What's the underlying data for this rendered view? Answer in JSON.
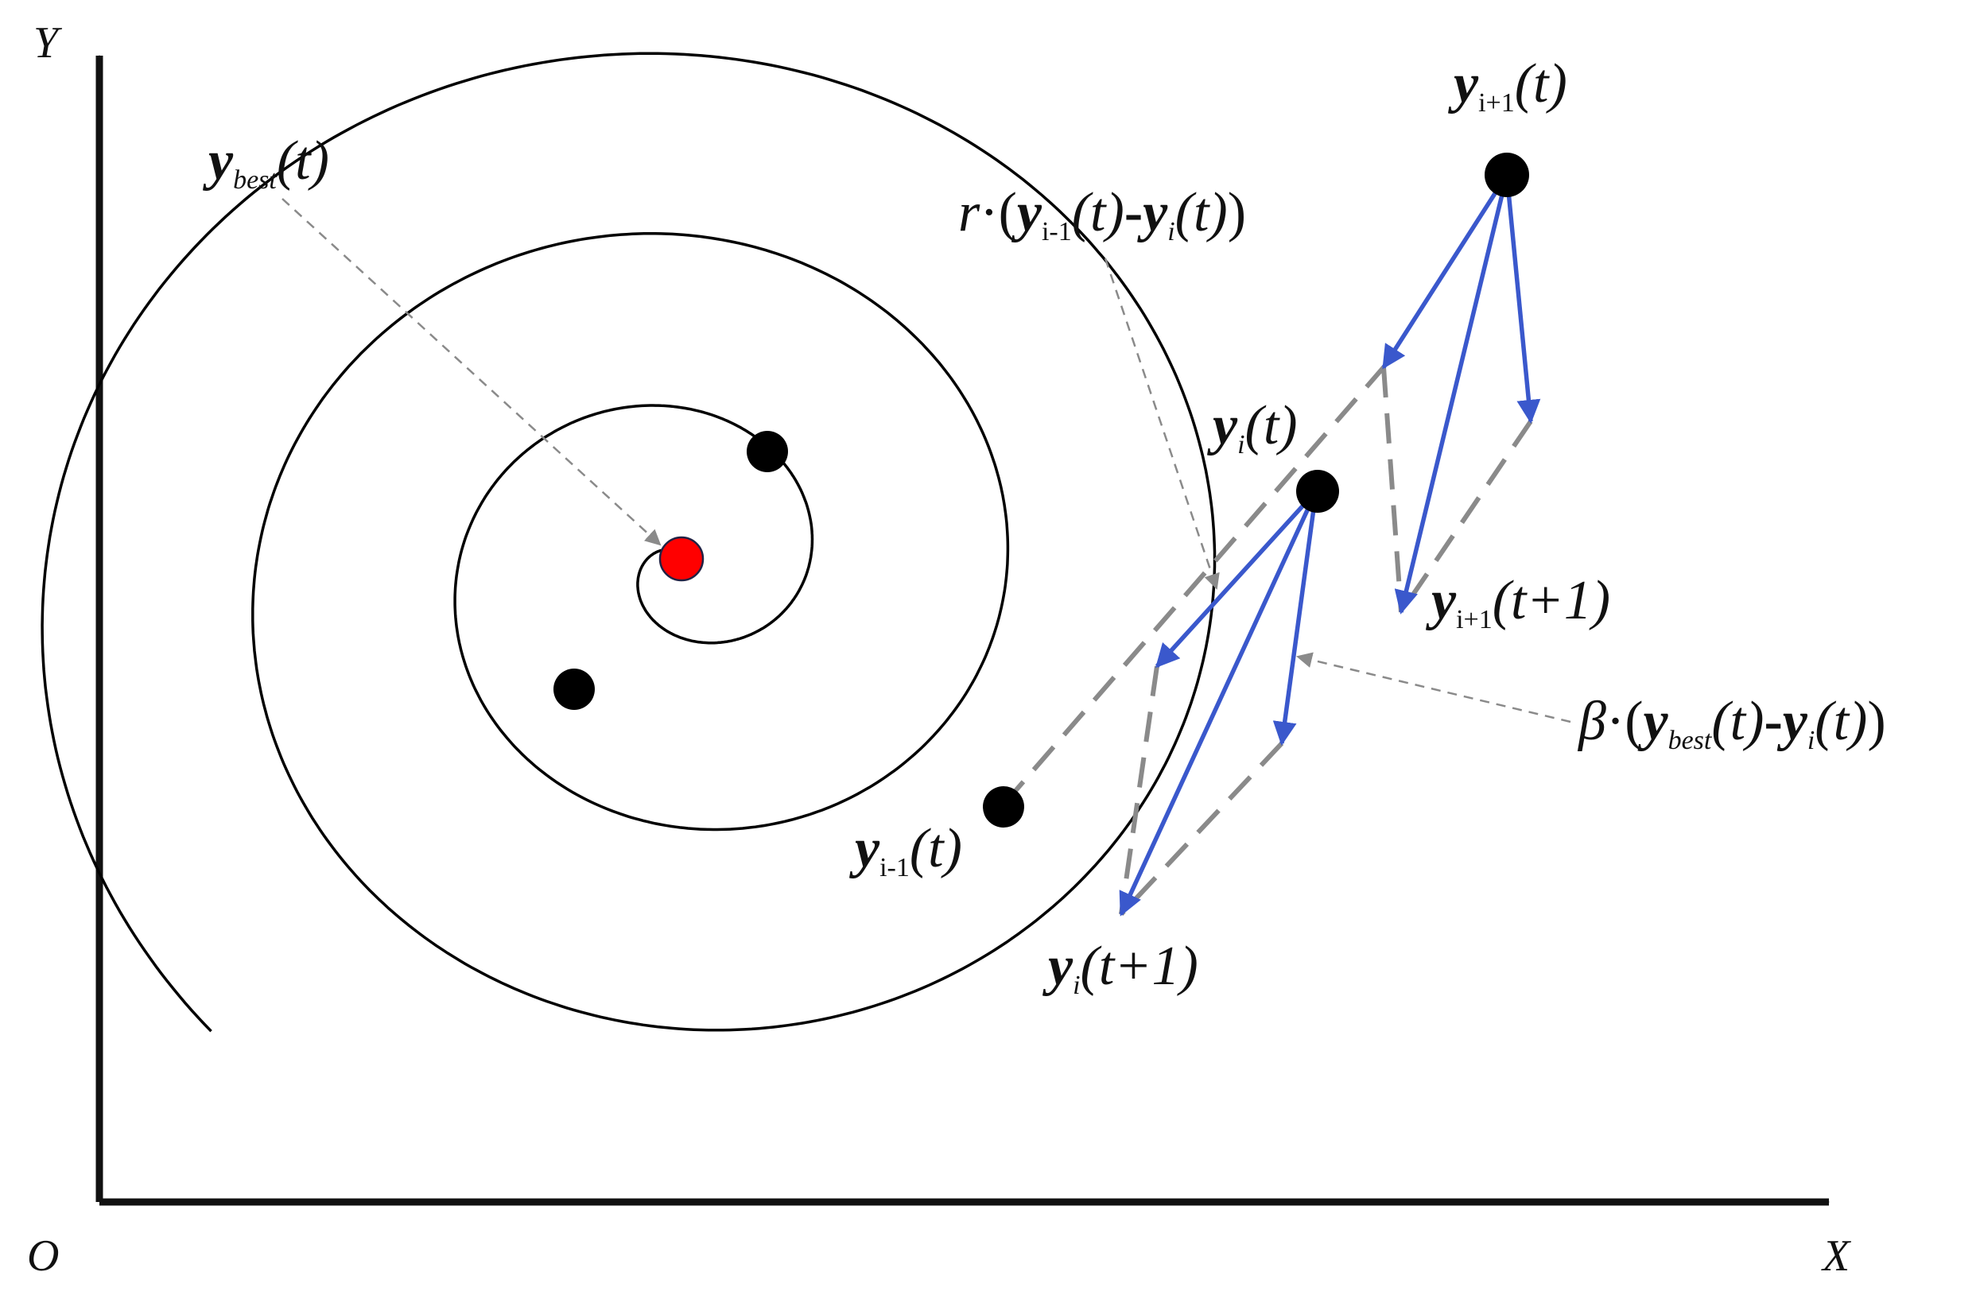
{
  "axes": {
    "x_label": "X",
    "y_label": "Y",
    "origin_label": "O"
  },
  "labels": {
    "y_best": {
      "var": "y",
      "sub": "best",
      "rest": "(t)"
    },
    "y_i_minus_1": {
      "var": "y",
      "sub": "i-1",
      "rest": "(t)"
    },
    "y_i": {
      "var": "y",
      "sub": "i",
      "rest": "(t)"
    },
    "y_i_plus_1": {
      "var": "y",
      "sub": "i+1",
      "rest": "(t)"
    },
    "y_i_next": {
      "var": "y",
      "sub": "i",
      "rest": "(t+1)"
    },
    "y_i_plus_1_next": {
      "var": "y",
      "sub": "i+1",
      "rest": "(t+1)"
    },
    "r_term": {
      "coef": "r",
      "dot": "·",
      "open": "(",
      "a": "y",
      "a_sub": "i-1",
      "a_rest": "(t)",
      "minus": "-",
      "b": "y",
      "b_sub": "i",
      "b_rest": "(t)",
      "close": ")"
    },
    "beta_term": {
      "coef": "β",
      "dot": "·",
      "open": "(",
      "a": "y",
      "a_sub": "best",
      "a_rest": "(t)",
      "minus": "-",
      "b": "y",
      "b_sub": "i",
      "b_rest": "(t)",
      "close": ")"
    }
  },
  "colors": {
    "spiral": "#000000",
    "best_point": "#ff0000",
    "vector": "#3a58cc",
    "dashed": "#8a8a8a",
    "axis": "#111111"
  }
}
